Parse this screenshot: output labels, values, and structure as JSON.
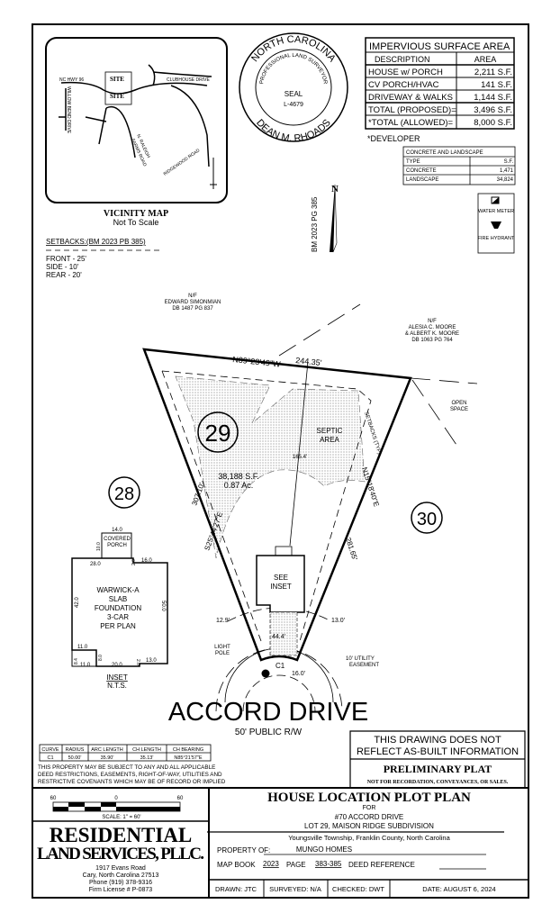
{
  "vicinity": {
    "title": "VICINITY MAP",
    "subtitle": "Not To Scale",
    "roads": [
      "NC HWY 96",
      "CLUBHOUSE DRIVE",
      "WILLOW BEND DRIVE",
      "N. RALEIGH",
      "FARMS ROAD",
      "RIDGEWOOD ROAD"
    ],
    "site_labels": [
      "SITE",
      "SITE"
    ]
  },
  "setbacks": {
    "title": "SETBACKS:(BM 2023 PB 385)",
    "items": [
      "FRONT - 25'",
      "SIDE - 10'",
      "REAR - 20'"
    ]
  },
  "seal": {
    "top": "NORTH CAROLINA",
    "middle": "PROFESSIONAL LAND SURVEYOR",
    "seal": "SEAL",
    "number": "L-4679",
    "name": "DEAN M. RHOADS"
  },
  "impervious": {
    "title": "IMPERVIOUS SURFACE AREA",
    "headers": [
      "DESCRIPTION",
      "AREA"
    ],
    "rows": [
      [
        "HOUSE w/ PORCH",
        "2,211 S.F."
      ],
      [
        "CV PORCH/HVAC",
        "141 S.F."
      ],
      [
        "DRIVEWAY & WALKS",
        "1,144 S.F."
      ],
      [
        "TOTAL (PROPOSED)=",
        "3,496 S.F."
      ],
      [
        "*TOTAL (ALLOWED)=",
        "8,000 S.F."
      ]
    ],
    "footnote": "*DEVELOPER"
  },
  "concrete": {
    "title": "CONCRETE AND LANDSCAPE",
    "headers": [
      "TYPE",
      "S.F."
    ],
    "rows": [
      [
        "CONCRETE",
        "1,471"
      ],
      [
        "LANDSCAPE",
        "34,824"
      ]
    ]
  },
  "legend": {
    "water_meter": "WATER METER",
    "fire_hydrant": "FIRE HYDRANT"
  },
  "north_arrow": {
    "label": "N",
    "reference": "BM 2023 PG 385"
  },
  "plot": {
    "neighbor_north": [
      "N/F",
      "EDWARD SIMONMIAN",
      "DB 1487 PG 837"
    ],
    "neighbor_east": [
      "N/F",
      "ALESIA C. MOORE",
      "& ALBERT K. MOORE",
      "DB 1063 PG 764"
    ],
    "open_space": [
      "OPEN",
      "SPACE"
    ],
    "bearing_north": "N89°23'49\"W",
    "distance_north": "244.35'",
    "bearing_west": "S25°44'27\"E",
    "distance_west": "307.10'",
    "bearing_east": "N15°18'40\"E",
    "distance_east": "281.65'",
    "setbacks_typ": "SETBACKS (TYP)",
    "lot_29": "29",
    "lot_28": "28",
    "lot_30": "30",
    "septic": [
      "SEPTIC",
      "AREA"
    ],
    "area": [
      "38,188 S.F.",
      "0.87 Ac."
    ],
    "depth": "165.4'",
    "see_inset": [
      "SEE",
      "INSET"
    ],
    "left_offset": "12.9'",
    "right_offset": "13.0'",
    "drive": "44.4'",
    "light_pole": [
      "LIGHT",
      "POLE"
    ],
    "utility_easement": [
      "10' UTILITY",
      "EASEMENT"
    ],
    "curve_label": "C1",
    "curve_dim": "16.0'",
    "street": "ACCORD DRIVE",
    "row": "50' PUBLIC R/W"
  },
  "inset": {
    "house_text": [
      "WARWICK-A",
      "SLAB",
      "FOUNDATION",
      "3-CAR",
      "PER PLAN"
    ],
    "porch": [
      "COVERED",
      "PORCH"
    ],
    "dims": {
      "porch_w": "14.0",
      "porch_d": "10.0",
      "top_left": "28.0",
      "step": "2.0",
      "top_right": "16.0",
      "left": "42.0",
      "right": "50.0",
      "ll_w": "11.0",
      "ll_h": "8.4",
      "ll_b": "11.0",
      "ll_step": "8.0",
      "bottom": "20.0",
      "b_step": "2.0",
      "b_right": "13.0"
    },
    "label": "INSET",
    "scale": "N.T.S."
  },
  "curve_table": {
    "headers": [
      "CURVE",
      "RADIUS",
      "ARC LENGTH",
      "CH LENGTH",
      "CH BEARING"
    ],
    "rows": [
      [
        "C1",
        "50.00'",
        "35.90'",
        "35.13'",
        "N85°21'57\"E"
      ]
    ]
  },
  "notes": [
    "THIS PROPERTY MAY BE SUBJECT TO ANY AND ALL APPLICABLE",
    "DEED RESTRICTIONS, EASEMENTS, RIGHT-OF-WAY, UTILITIES AND",
    "RESTRICTIVE COVENANTS WHICH MAY BE OF RECORD OR IMPLIED"
  ],
  "disclaimer": [
    "THIS DRAWING DOES NOT",
    "REFLECT AS-BUILT INFORMATION"
  ],
  "preliminary": {
    "title": "PRELIMINARY PLAT",
    "sub": "NOT FOR RECORDATION, CONVEYANCES, OR SALES."
  },
  "scale_bar": {
    "ticks": [
      "60",
      "0",
      "60"
    ],
    "label": "SCALE: 1\" = 60'"
  },
  "company": {
    "name1": "RESIDENTIAL",
    "name2": "LAND SERVICES, PLLC.",
    "address": [
      "1917 Evans Road",
      "Cary, North Carolina 27513",
      "Phone (919) 378-9316",
      "Firm License # P-0873"
    ]
  },
  "title_block": {
    "title": "HOUSE LOCATION PLOT PLAN",
    "for": "FOR",
    "address": "#70 ACCORD DRIVE",
    "lot": "LOT 29, MAISON RIDGE SUBDIVISION",
    "location": "Youngsville Township, Franklin County, North Carolina",
    "property_label": "PROPERTY OF:",
    "property_value": "MUNGO HOMES",
    "map_book_label": "MAP BOOK",
    "map_book": "2023",
    "page_label": "PAGE",
    "page": "383-385",
    "deed_label": "DEED REFERENCE",
    "drawn": "DRAWN: JTC",
    "surveyed": "SURVEYED: N/A",
    "checked": "CHECKED: DWT",
    "date": "DATE: AUGUST 6, 2024"
  }
}
